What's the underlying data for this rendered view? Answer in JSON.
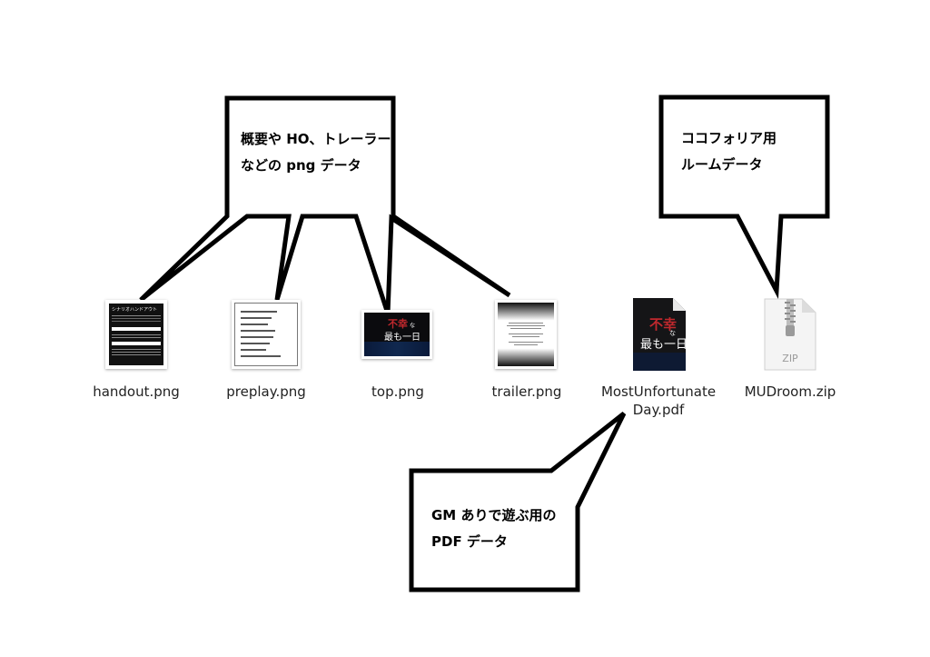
{
  "callouts": {
    "png": {
      "line1": "概要や HO、トレーラー",
      "line2": "などの png データ"
    },
    "room": {
      "line1": "ココフォリア用",
      "line2": "ルームデータ"
    },
    "pdf": {
      "line1": "GM ありで遊ぶ用の",
      "line2": "PDF データ"
    }
  },
  "files": [
    {
      "name": "handout.png",
      "kind": "png"
    },
    {
      "name": "preplay.png",
      "kind": "png"
    },
    {
      "name": "top.png",
      "kind": "png"
    },
    {
      "name": "trailer.png",
      "kind": "png"
    },
    {
      "name_line1": "MostUnfortunate",
      "name_line2": "Day.pdf",
      "kind": "pdf"
    },
    {
      "name": "MUDroom.zip",
      "kind": "zip"
    }
  ],
  "thumbnails": {
    "handout_title": "シナリオハンドアウト",
    "top_title_red": "不幸",
    "top_title_white": "最も一日",
    "top_small": "な",
    "zip_label": "ZIP"
  },
  "icons": [
    "png-thumbnail-icon",
    "pdf-document-icon",
    "zip-archive-icon"
  ],
  "colors": {
    "outline": "#000000",
    "text": "#222222",
    "accent_red": "#c0282d"
  }
}
